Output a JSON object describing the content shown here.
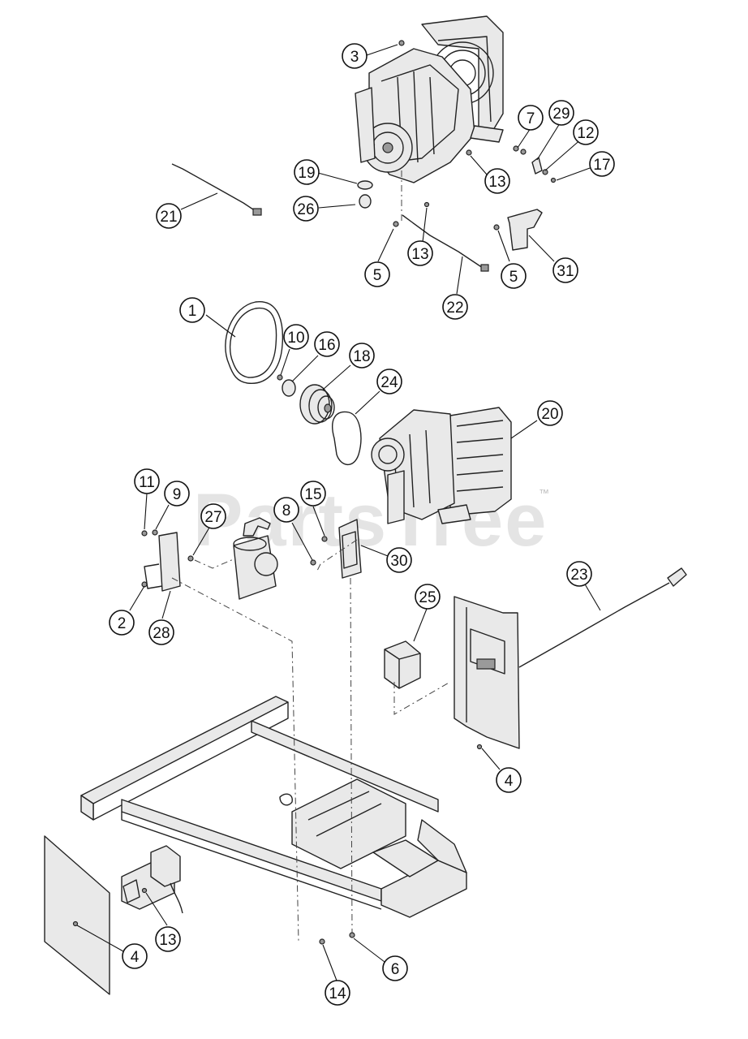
{
  "watermark": {
    "brand": "PartsTree",
    "trademark": "™"
  },
  "callouts": [
    {
      "id": "c3",
      "label": "3"
    },
    {
      "id": "c7",
      "label": "7"
    },
    {
      "id": "c29",
      "label": "29"
    },
    {
      "id": "c12",
      "label": "12"
    },
    {
      "id": "c17",
      "label": "17"
    },
    {
      "id": "c13a",
      "label": "13"
    },
    {
      "id": "c19",
      "label": "19"
    },
    {
      "id": "c26",
      "label": "26"
    },
    {
      "id": "c21",
      "label": "21"
    },
    {
      "id": "c13b",
      "label": "13"
    },
    {
      "id": "c5a",
      "label": "5"
    },
    {
      "id": "c5b",
      "label": "5"
    },
    {
      "id": "c31",
      "label": "31"
    },
    {
      "id": "c22",
      "label": "22"
    },
    {
      "id": "c1",
      "label": "1"
    },
    {
      "id": "c10",
      "label": "10"
    },
    {
      "id": "c16",
      "label": "16"
    },
    {
      "id": "c18",
      "label": "18"
    },
    {
      "id": "c24",
      "label": "24"
    },
    {
      "id": "c20",
      "label": "20"
    },
    {
      "id": "c11",
      "label": "11"
    },
    {
      "id": "c9",
      "label": "9"
    },
    {
      "id": "c27",
      "label": "27"
    },
    {
      "id": "c8",
      "label": "8"
    },
    {
      "id": "c15",
      "label": "15"
    },
    {
      "id": "c30",
      "label": "30"
    },
    {
      "id": "c2",
      "label": "2"
    },
    {
      "id": "c28",
      "label": "28"
    },
    {
      "id": "c23",
      "label": "23"
    },
    {
      "id": "c25",
      "label": "25"
    },
    {
      "id": "c4a",
      "label": "4"
    },
    {
      "id": "c13c",
      "label": "13"
    },
    {
      "id": "c4b",
      "label": "4"
    },
    {
      "id": "c14",
      "label": "14"
    },
    {
      "id": "c6",
      "label": "6"
    }
  ]
}
